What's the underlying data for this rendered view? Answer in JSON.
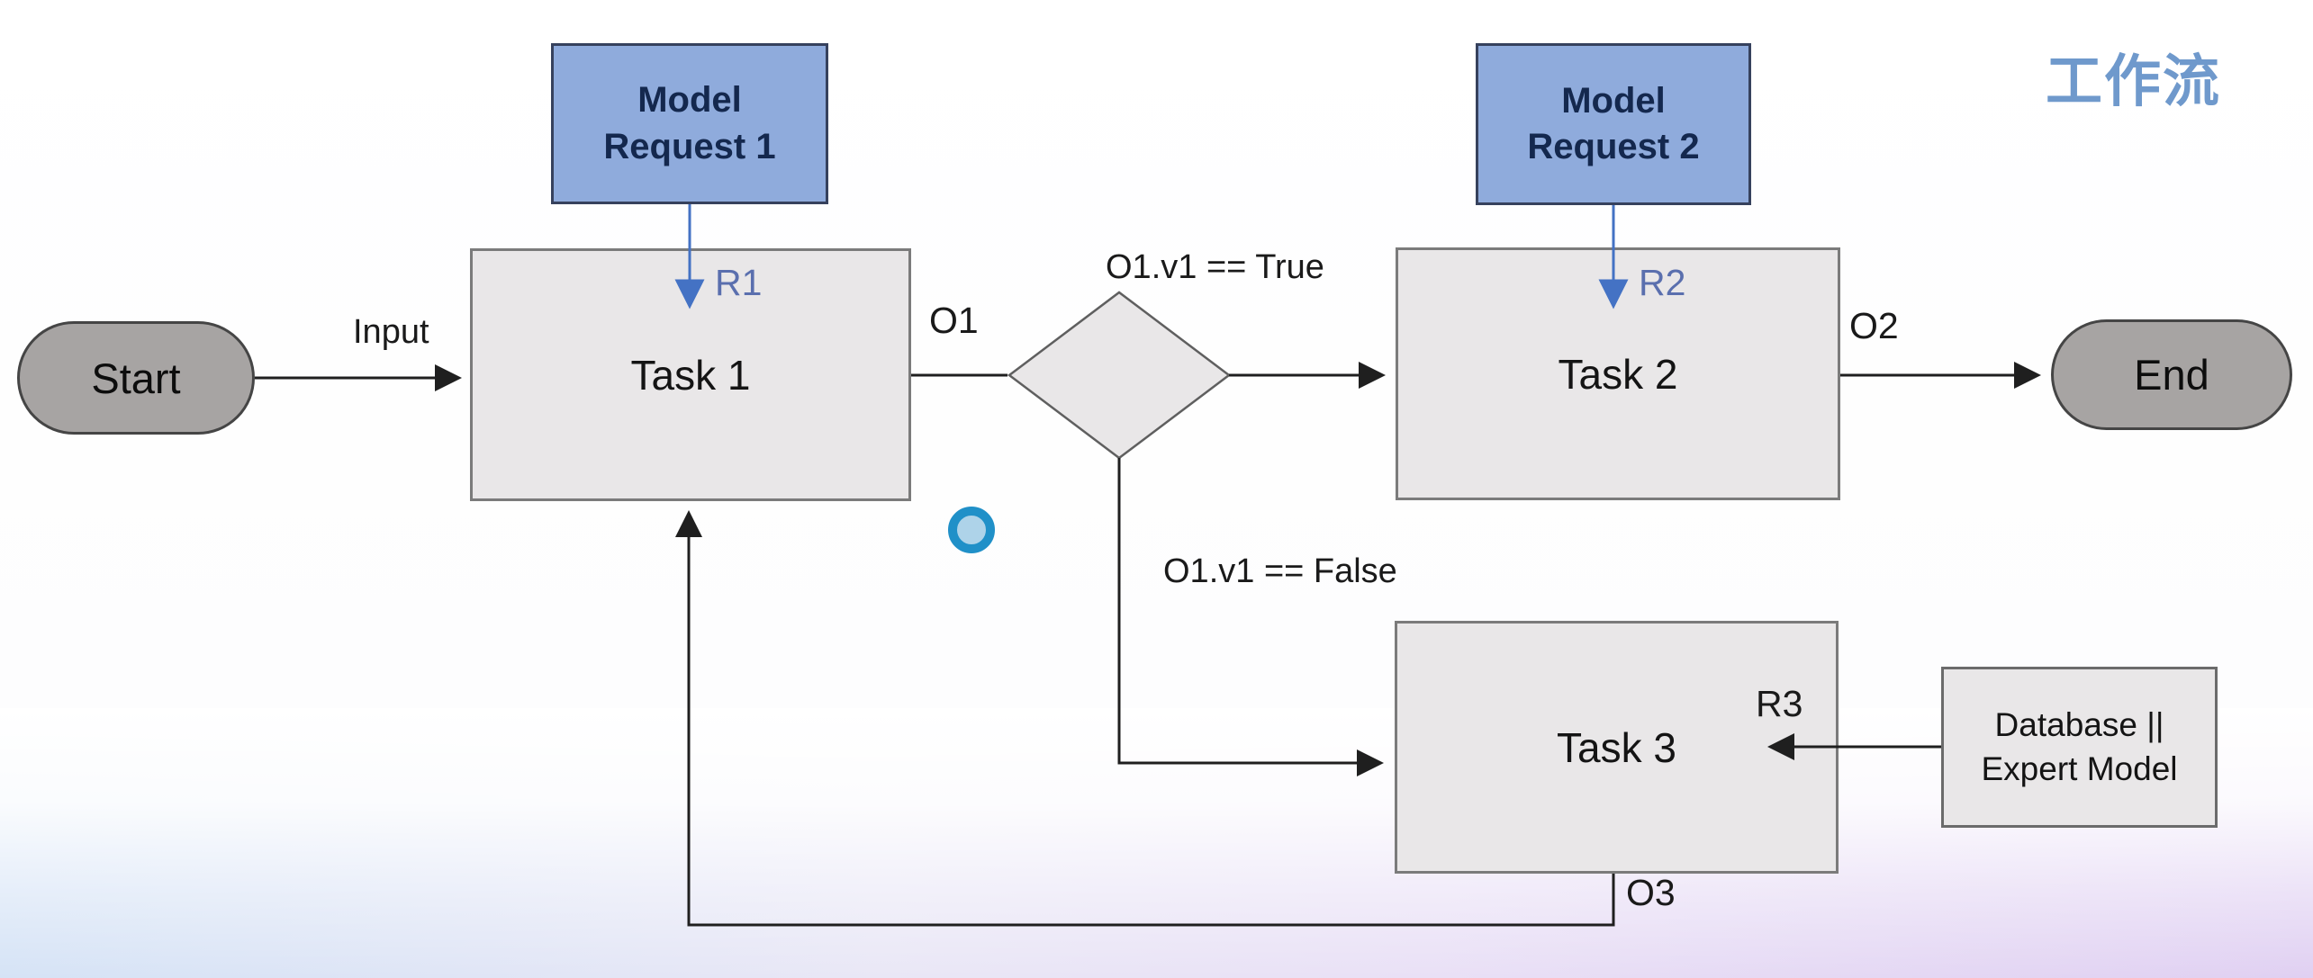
{
  "title": "工作流",
  "palette": {
    "model_request_fill": "#8fabdc",
    "model_request_text": "#14284e",
    "task_fill": "#e9e7e8",
    "terminal_fill": "#a7a4a3",
    "connector_black": "#1f1f1f",
    "blue_arrow": "#4472c4",
    "blue_label": "#5a6fae",
    "title_blue": "#6f99cc",
    "cursor_dot_ring": "#2090c8",
    "cursor_dot_center": "#aed3e9",
    "bottom_glow_left": "#d5e3f6",
    "bottom_glow_right": "#e0d0f2"
  },
  "nodes": {
    "start": "Start",
    "task1": "Task 1",
    "task2": "Task 2",
    "task3": "Task 3",
    "end": "End",
    "model_request_1": {
      "line1": "Model",
      "line2": "Request 1"
    },
    "model_request_2": {
      "line1": "Model",
      "line2": "Request 2"
    },
    "database": {
      "line1": "Database ||",
      "line2": "Expert Model"
    }
  },
  "edges": {
    "input": "Input",
    "o1": "O1",
    "o2": "O2",
    "o3": "O3",
    "r1": "R1",
    "r2": "R2",
    "r3": "R3",
    "condition_true": "O1.v1 == True",
    "condition_false": "O1.v1 == False"
  }
}
